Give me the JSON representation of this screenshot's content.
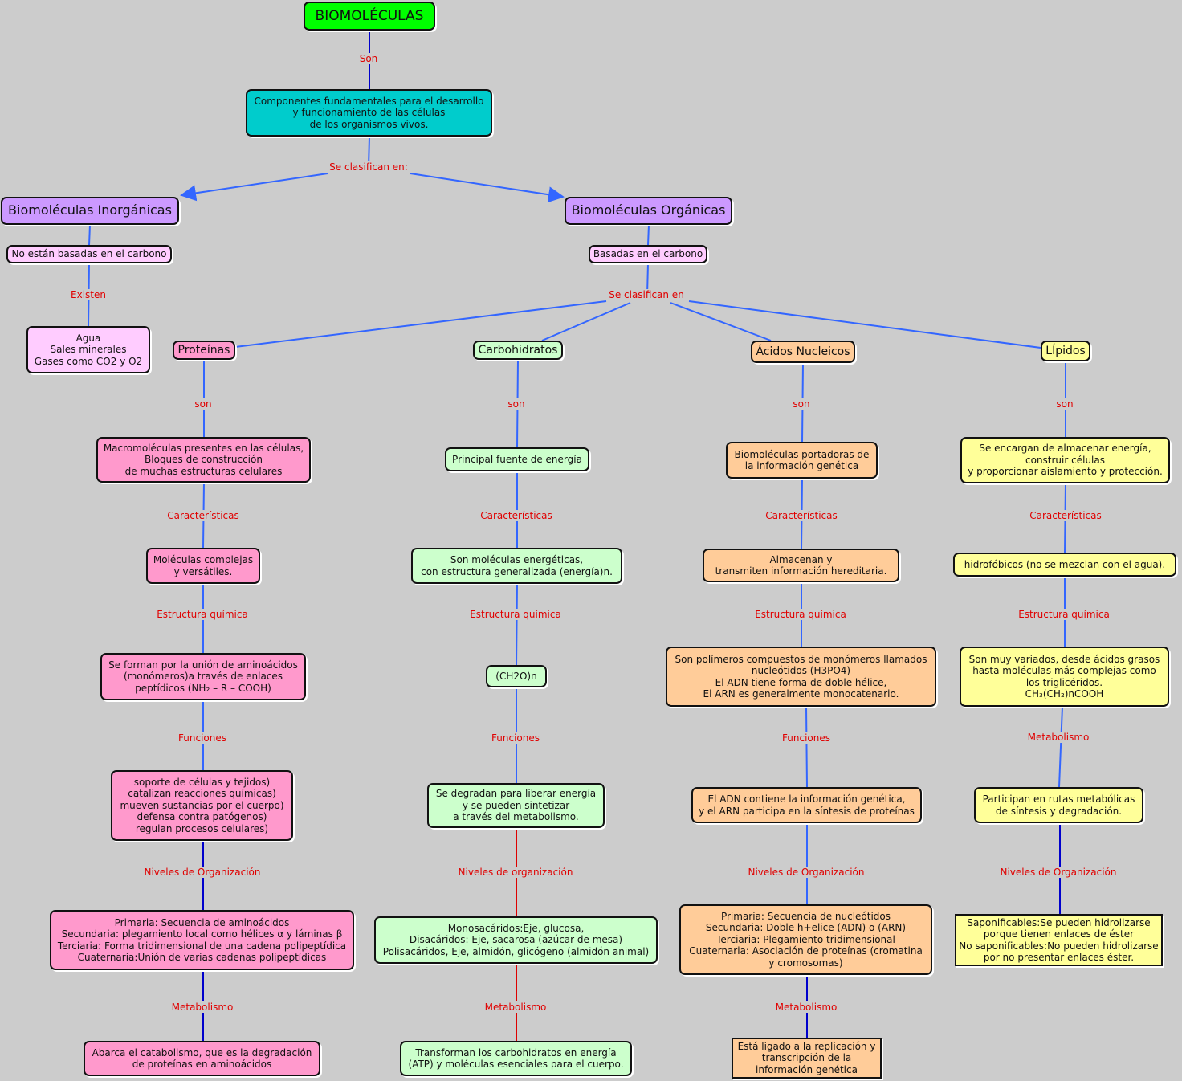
{
  "colors": {
    "title": "#00ff00",
    "components": "#00cccc",
    "category": "#cc99ff",
    "proteins": "#ff99cc",
    "carbs": "#ccffcc",
    "nucleic": "#ffcc99",
    "lipids": "#ffff99",
    "link_label": "#e00000"
  },
  "nodes": {
    "title": "BIOMOLÉCULAS",
    "components": "Componentes fundamentales para el desarrollo\ny funcionamiento de las células\nde los organismos vivos.",
    "inorganic": "Biomoléculas Inorgánicas",
    "organic": "Biomoléculas Orgánicas",
    "not_carbon": "No están basadas en el carbono",
    "inorganic_list": "Agua\nSales minerales\nGases como CO2 y O2",
    "carbon": "Basadas en el carbono",
    "proteins": "Proteínas",
    "carbs": "Carbohidratos",
    "nucleic": "Ácidos Nucleicos",
    "lipids": "LÍpidos",
    "p1": "Macromoléculas presentes en las células,\nBloques de construcción\nde muchas estructuras celulares",
    "p2": "Moléculas complejas\ny versátiles.",
    "p3": "Se forman por la unión de aminoácidos\n(monómeros)a través de enlaces\npeptídicos  (NH₂ – R – COOH)",
    "p4": "soporte de células y tejidos)\ncatalizan reacciones químicas)\nmueven sustancias por el cuerpo)\ndefensa contra patógenos)\nregulan procesos celulares)",
    "p5": "Primaria: Secuencia de aminoácidos\nSecundaria: plegamiento local como hélices α y láminas β\nTerciaria: Forma tridimensional de una cadena polipeptídica\nCuaternaria:Unión de varias cadenas polipeptídicas",
    "p6": "Abarca el catabolismo, que es la degradación\nde proteínas en aminoácidos",
    "c1": "Principal fuente de energía",
    "c2": "Son moléculas energéticas,\ncon estructura generalizada (energía)n.",
    "c3": "(CH2O)n",
    "c4": "Se degradan para liberar energía\ny se pueden sintetizar\na través del metabolismo.",
    "c5": "Monosacáridos:Eje, glucosa,\nDisacáridos: Eje, sacarosa (azúcar de mesa)\nPolisacáridos, Eje, almidón, glicógeno (almidón animal)",
    "c6": "Transforman los carbohidratos en energía\n(ATP) y moléculas esenciales para el cuerpo.",
    "a1": "Biomoléculas portadoras de\nla información genética",
    "a2": "Almacenan y\ntransmiten información hereditaria.",
    "a3": "Son polímeros compuestos de monómeros llamados\nnucleótidos (H3PO4)\nEl ADN tiene forma de doble hélice,\nEl ARN es generalmente monocatenario.",
    "a4": "El ADN contiene la información genética,\ny el ARN participa en la síntesis de proteínas",
    "a5": "Primaria: Secuencia de nucleótidos\nSecundaria: Doble h+elice (ADN) o (ARN)\nTerciaria: Plegamiento tridimensional\nCuaternaria: Asociación de proteínas (cromatina\ny cromosomas)",
    "a6": "Está ligado a la replicación y\ntranscripción de la\ninformación genética",
    "l1": "Se encargan de almacenar energía,\nconstruir células\ny proporcionar aislamiento y protección.",
    "l2": "hidrofóbicos (no se mezclan con el agua).",
    "l3": "Son muy variados, desde ácidos grasos\nhasta moléculas más complejas como\nlos triglicéridos.\nCH₃(CH₂)nCOOH",
    "l4": "Participan en rutas metabólicas\nde síntesis y degradación.",
    "l5": "Saponificables:Se pueden hidrolizarse\nporque tienen enlaces de éster\nNo saponificables:No pueden hidrolizarse\npor no presentar enlaces éster."
  },
  "links": {
    "son_top": "Son",
    "classify1": "Se clasifican en:",
    "existen": "Existen",
    "classify2": "Se clasifican en",
    "son": "son",
    "caracteristicas": "Características",
    "estructura": "Estructura química",
    "funciones": "Funciones",
    "niveles_O": "Niveles de Organización",
    "niveles_o": "Niveles de organización",
    "metabolismo": "Metabolismo"
  }
}
